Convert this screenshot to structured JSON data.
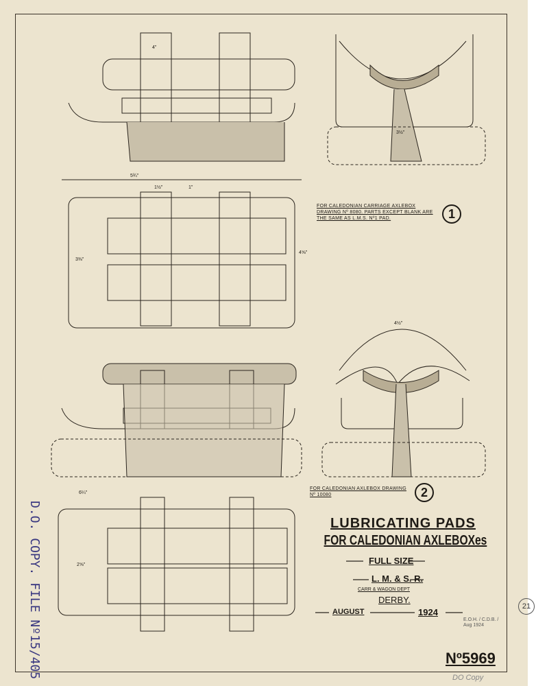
{
  "title": {
    "line1": "LUBRICATING PADS",
    "line2": "FOR CALEDONIAN AXLEBOXes",
    "scale": "FULL SIZE",
    "company": "L. M. & S. R.",
    "department": "CARR & WAGON DEPT",
    "location": "DERBY.",
    "month": "AUGUST",
    "year": "1924"
  },
  "drawing_number": "Nº5969",
  "notes": {
    "pad1": "FOR CALEDONIAN CARRIAGE AXLEBOX DRAWING Nº 8080. PARTS EXCEPT BLANK ARE THE SAME AS L.M.S. Nº1 PAD.",
    "pad1_marker": "1",
    "pad2": "FOR CALEDONIAN AXLEBOX DRAWING Nº 10080",
    "pad2_marker": "2"
  },
  "stamp": "D.O. COPY. FILE Nº15/405",
  "sheet_mark": "21",
  "signatures": "E.O.H. / C.D.B. / Aug 1924",
  "pencil_note": "DO Copy",
  "dimensions": [
    "5¾\"",
    "4\"",
    "1\"",
    "1½\"",
    "3⅜\"",
    "4⅝\"",
    "6¼\"",
    "2⅝\"",
    "3½\"",
    "4½\""
  ]
}
